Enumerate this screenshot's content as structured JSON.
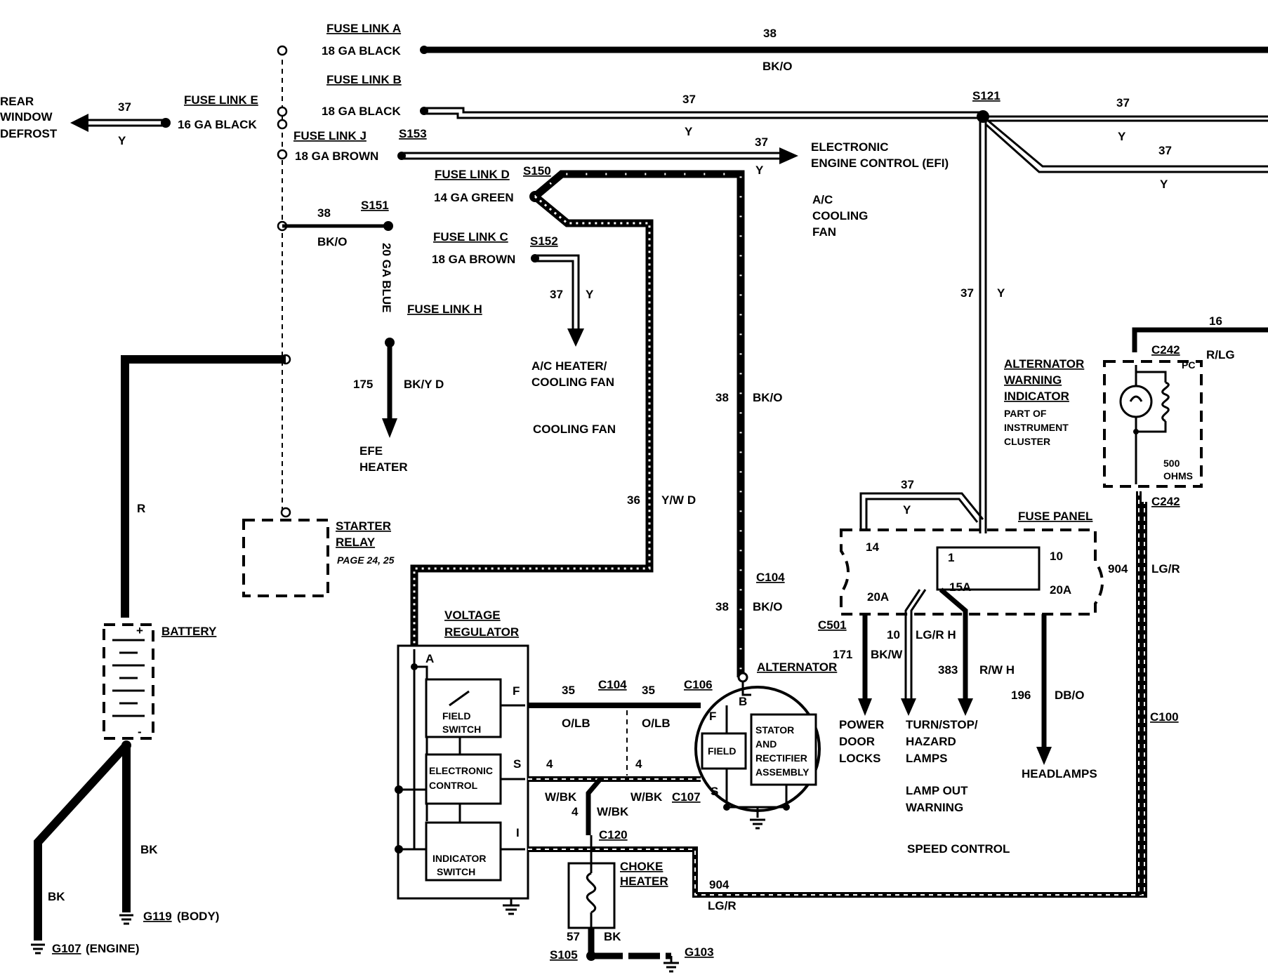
{
  "fuse_links": {
    "a": {
      "name": "FUSE LINK A",
      "gauge": "18 GA BLACK",
      "circuit": "38",
      "color": "BK/O"
    },
    "b": {
      "name": "FUSE LINK B",
      "gauge": "18 GA BLACK",
      "circuit": "37",
      "color": "Y"
    },
    "e": {
      "name": "FUSE LINK E",
      "gauge": "16 GA BLACK",
      "circuit": "37",
      "color": "Y"
    },
    "j": {
      "name": "FUSE LINK J",
      "gauge": "18 GA BROWN",
      "splice": "S153",
      "circuit": "37",
      "color": "Y"
    },
    "d": {
      "name": "FUSE LINK D",
      "gauge": "14 GA GREEN",
      "splice": "S150"
    },
    "c": {
      "name": "FUSE LINK C",
      "gauge": "18 GA BROWN",
      "splice": "S152",
      "circuit": "37",
      "color": "Y"
    },
    "h": {
      "name": "FUSE LINK H",
      "gauge": "20 GA BLUE",
      "splice": "S151",
      "circuit": "38",
      "color": "BK/O",
      "out_circuit": "175",
      "out_color": "BK/Y D"
    }
  },
  "destinations": {
    "rear_defrost": [
      "REAR",
      "WINDOW",
      "DEFROST"
    ],
    "efi": [
      "ELECTRONIC",
      "ENGINE CONTROL (EFI)"
    ],
    "ac_cooling_fan": [
      "A/C",
      "COOLING",
      "FAN"
    ],
    "ac_heater": [
      "A/C HEATER/",
      "COOLING FAN"
    ],
    "cooling_fan": "COOLING FAN",
    "efe_heater": [
      "EFE",
      "HEATER"
    ],
    "power_door_locks": [
      "POWER",
      "DOOR",
      "LOCKS"
    ],
    "turn_lamps": [
      "TURN/STOP/",
      "HAZARD",
      "LAMPS"
    ],
    "lamp_out": [
      "LAMP OUT",
      "WARNING"
    ],
    "speed_control": "SPEED CONTROL",
    "headlamps": "HEADLAMPS"
  },
  "splices": {
    "s121": "S121",
    "s105": "S105"
  },
  "wires": {
    "w37": "37",
    "w38": "38",
    "w36": "36",
    "w35": "35",
    "w4": "4",
    "w10": "10",
    "w16": "16",
    "w57": "57",
    "w171": "171",
    "w383": "383",
    "w196": "196",
    "w904": "904",
    "y": "Y",
    "bko": "BK/O",
    "ywd": "Y/W D",
    "olb": "O/LB",
    "wbk": "W/BK",
    "lgr": "LG/R",
    "rlg": "R/LG",
    "bkw": "BK/W",
    "lgrh": "LG/R H",
    "rwh": "R/W H",
    "dbo": "DB/O",
    "bk": "BK",
    "r": "R"
  },
  "connectors": {
    "c104": "C104",
    "c106": "C106",
    "c107": "C107",
    "c120": "C120",
    "c242": "C242",
    "c501": "C501",
    "c100": "C100"
  },
  "components": {
    "starter_relay": [
      "STARTER",
      "RELAY"
    ],
    "starter_page": "PAGE 24, 25",
    "battery": "BATTERY",
    "voltage_regulator": [
      "VOLTAGE",
      "REGULATOR"
    ],
    "field_switch": [
      "FIELD",
      "SWITCH"
    ],
    "electronic_control": [
      "ELECTRONIC",
      "CONTROL"
    ],
    "indicator_switch": [
      "INDICATOR",
      "SWITCH"
    ],
    "alternator": "ALTERNATOR",
    "field": "FIELD",
    "stator": [
      "STATOR",
      "AND",
      "RECTIFIER",
      "ASSEMBLY"
    ],
    "choke_heater": [
      "CHOKE",
      "HEATER"
    ],
    "fuse_panel": "FUSE PANEL",
    "fuse14": "14",
    "fuse14a": "20A",
    "fuse1": "1",
    "fuse1a": "15A",
    "fuse10": "10",
    "fuse10a": "20A",
    "warning_indicator": [
      "ALTERNATOR",
      "WARNING",
      "INDICATOR"
    ],
    "warning_part": [
      "PART OF",
      "INSTRUMENT",
      "CLUSTER"
    ],
    "pc": "PC",
    "ohms": [
      "500",
      "OHMS"
    ],
    "vr_a": "A",
    "vr_f": "F",
    "vr_s": "S",
    "vr_i": "I",
    "alt_f": "F",
    "alt_b": "B",
    "alt_s": "S",
    "bat_plus": "+",
    "bat_minus": "-"
  },
  "grounds": {
    "g107": "G107",
    "g107_label": "(ENGINE)",
    "g119": "G119",
    "g119_label": "(BODY)",
    "g103": "G103"
  }
}
